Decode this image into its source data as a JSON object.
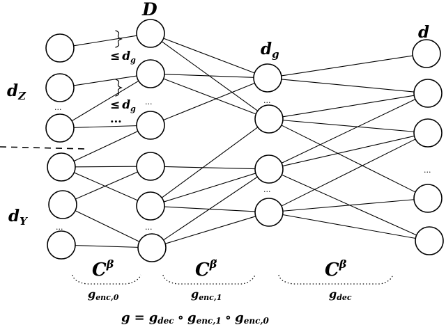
{
  "labels": {
    "D": "D",
    "d_g": "d",
    "d_g_sub": "g",
    "d_out": "d",
    "d_Z": "d",
    "d_Z_sub": "Z",
    "d_Y": "d",
    "d_Y_sub": "Y",
    "bound_le": "≤",
    "bound_d": "d",
    "bound_sub": "g",
    "ellipsis": "...",
    "ellipsis_bold": "...",
    "C": "C",
    "beta": "β",
    "beta_tilde": "β̃",
    "g_enc0_main": "g",
    "g_enc0_sub": "enc,0",
    "g_enc1_main": "g",
    "g_enc1_sub": "enc,1",
    "g_dec_main": "g",
    "g_dec_sub": "dec",
    "formula_g": "g",
    "formula_eq": "=",
    "formula_gdec": "g",
    "formula_dec": "dec",
    "formula_o": "∘",
    "formula_genc1": "g",
    "formula_enc1": "enc,1",
    "formula_genc0": "g",
    "formula_enc0": "enc,0"
  }
}
